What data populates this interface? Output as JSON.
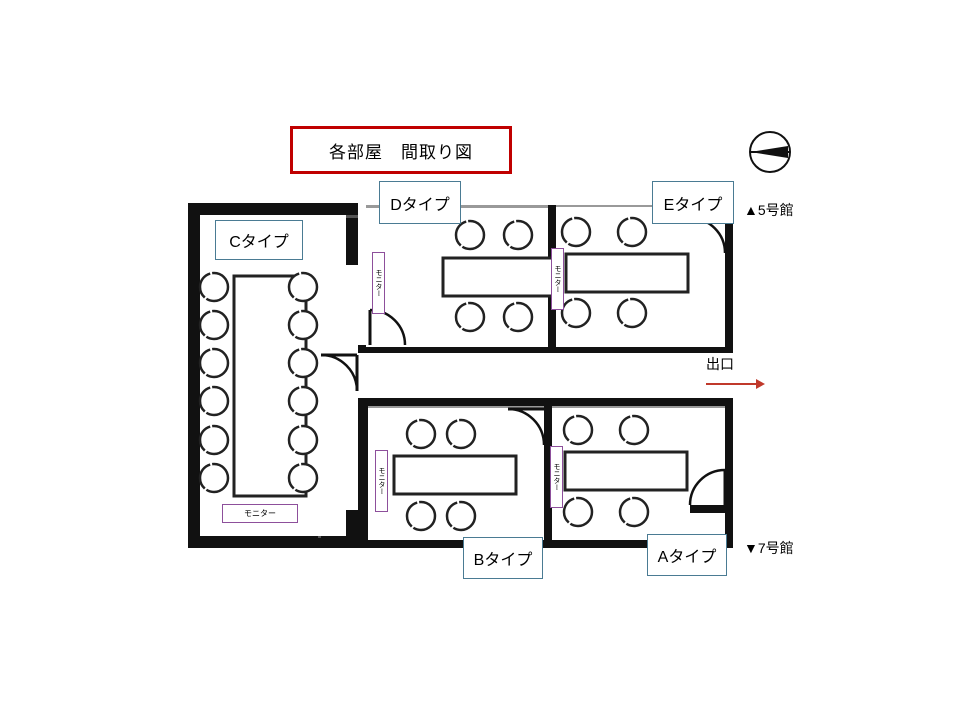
{
  "title": {
    "text": "各部屋　間取り図",
    "border_color": "#c00000"
  },
  "compass": {
    "icon": "compass-rose-icon"
  },
  "building_markers": {
    "top": "▲5号館",
    "bottom": "▼7号館"
  },
  "exit": {
    "label": "出口",
    "arrow_icon": "right-arrow-icon",
    "arrow_color": "#c0392b"
  },
  "rooms": [
    {
      "id": "C",
      "label": "Cタイプ",
      "monitor_label": "モニター",
      "monitor_orientation": "horizontal",
      "chairs": 12,
      "table": "long-vertical",
      "door": "right"
    },
    {
      "id": "D",
      "label": "Dタイプ",
      "monitor_label": "モニター",
      "monitor_orientation": "vertical",
      "chairs": 4,
      "table": "horizontal",
      "door": "bottom-left"
    },
    {
      "id": "E",
      "label": "Eタイプ",
      "monitor_label": "モニター",
      "monitor_orientation": "vertical",
      "chairs": 4,
      "table": "horizontal",
      "door": "top-right"
    },
    {
      "id": "B",
      "label": "Bタイプ",
      "monitor_label": "モニター",
      "monitor_orientation": "vertical",
      "chairs": 4,
      "table": "horizontal",
      "door": "top-right"
    },
    {
      "id": "A",
      "label": "Aタイプ",
      "monitor_label": "モニター",
      "monitor_orientation": "vertical",
      "chairs": 4,
      "table": "horizontal",
      "door": "right"
    }
  ],
  "colors": {
    "wall": "#111111",
    "thin_wall": "#888888",
    "label_border": "#4a7b93",
    "monitor_border": "#8d4f9b",
    "title_border": "#c00000",
    "exit_arrow": "#c0392b",
    "background": "#ffffff"
  }
}
